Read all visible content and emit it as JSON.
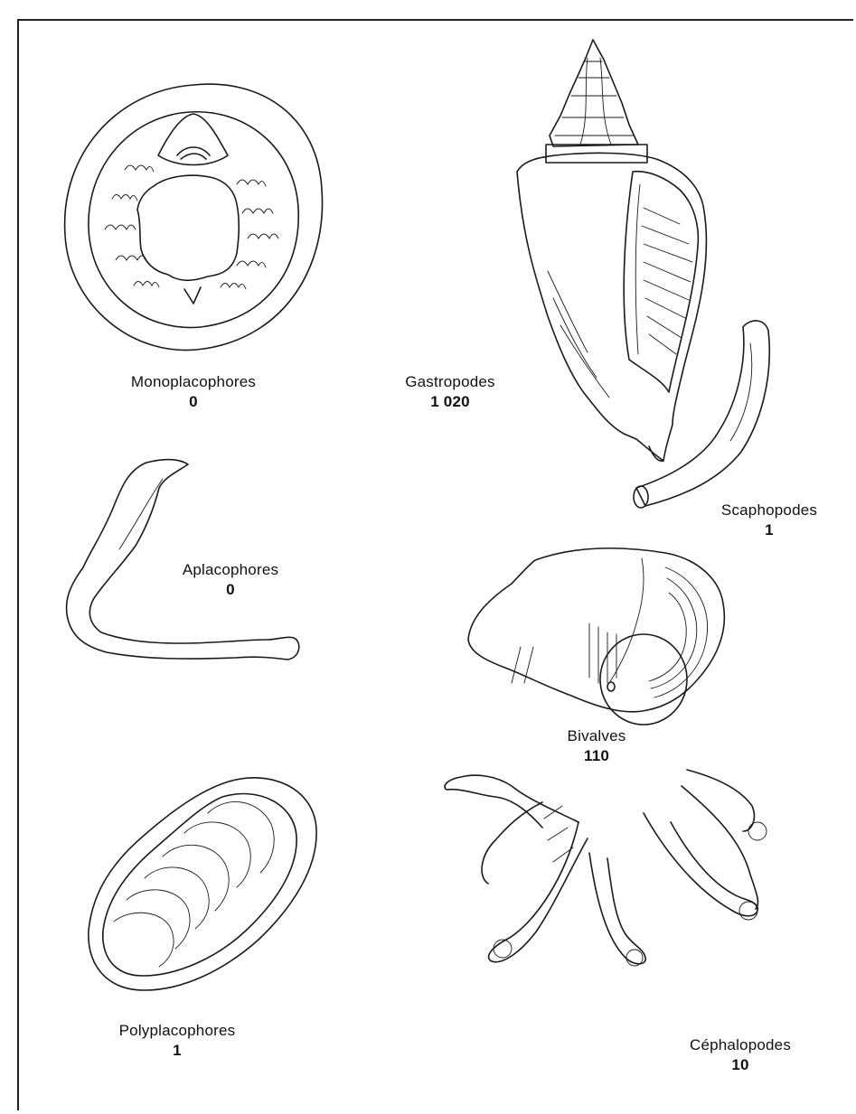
{
  "specimens": {
    "monoplacophores": {
      "name": "Monoplacophores",
      "count": "0"
    },
    "gastropodes": {
      "name": "Gastropodes",
      "count": "1 020"
    },
    "scaphopodes": {
      "name": "Scaphopodes",
      "count": "1"
    },
    "aplacophores": {
      "name": "Aplacophores",
      "count": "0"
    },
    "bivalves": {
      "name": "Bivalves",
      "count": "110"
    },
    "polyplacophores": {
      "name": "Polyplacophores",
      "count": "1"
    },
    "cephalopodes": {
      "name": "Céphalopodes",
      "count": "10"
    }
  }
}
